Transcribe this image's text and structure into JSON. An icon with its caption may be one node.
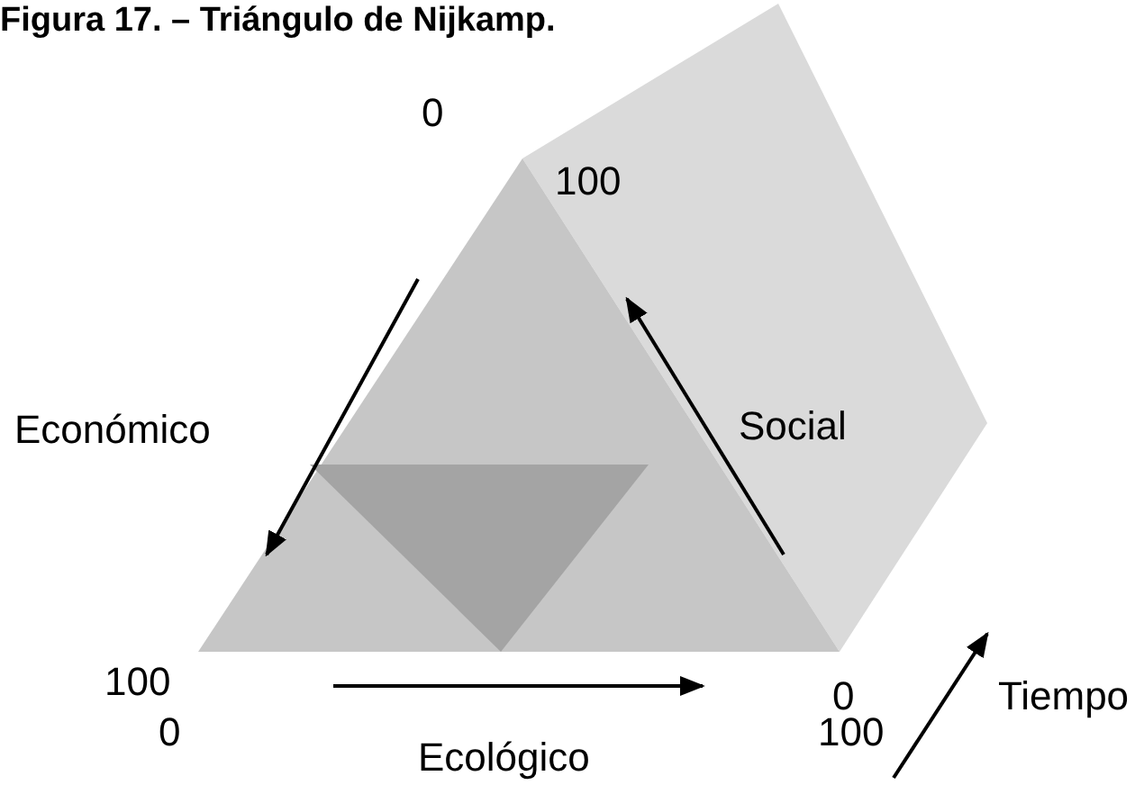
{
  "diagram": {
    "title": "Figura 17. – Triángulo de Nijkamp.",
    "labels": [
      "0",
      "100",
      "Social",
      "Económico",
      "0",
      "Tiempo",
      "100",
      "0",
      "100",
      "Ecológico"
    ]
  }
}
